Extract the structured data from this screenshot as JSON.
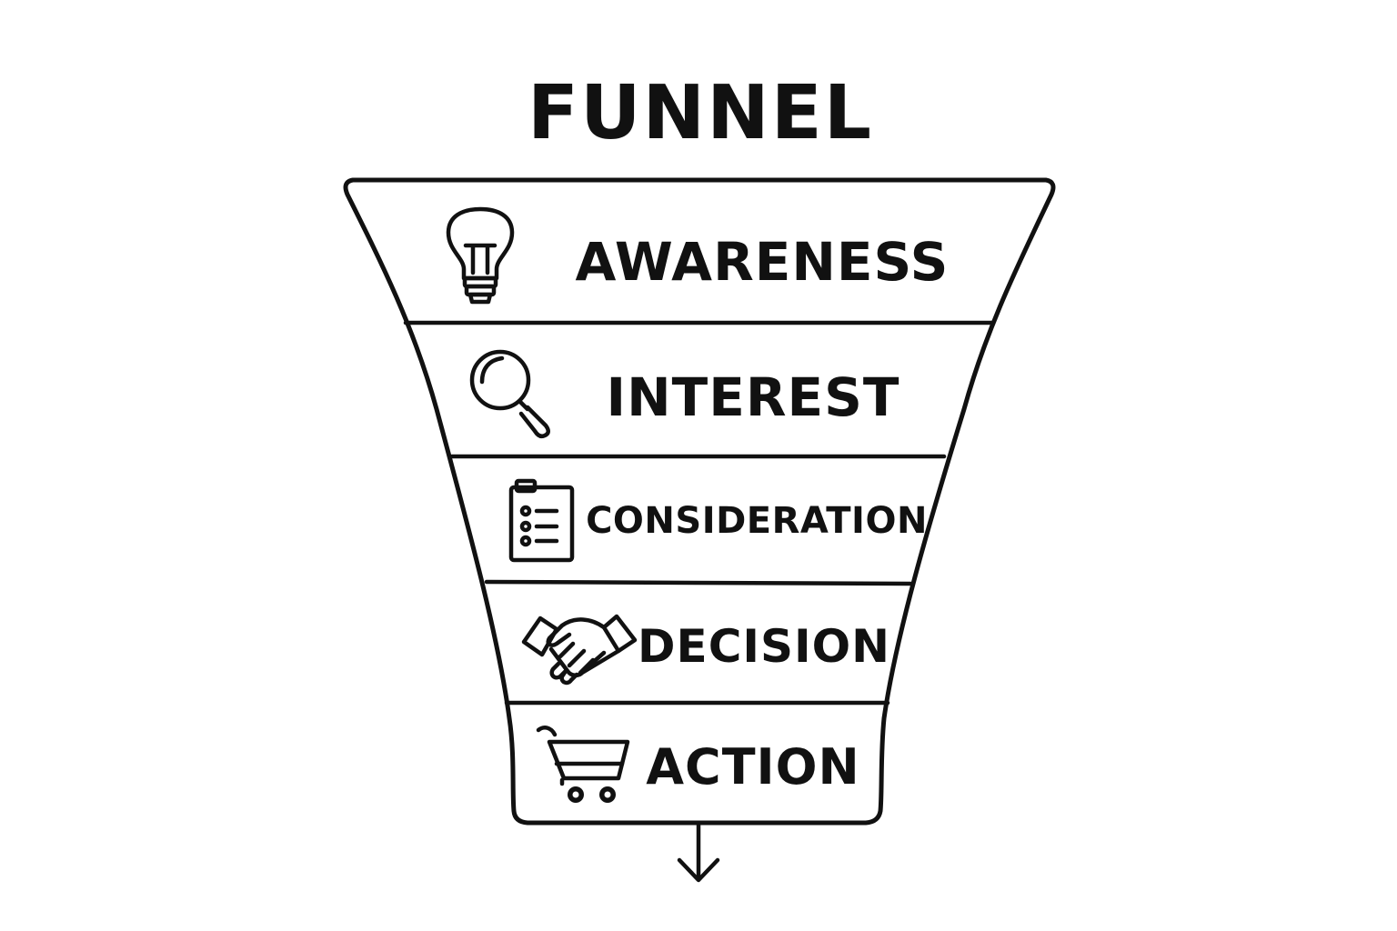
{
  "diagram": {
    "title": "FUNNEL",
    "stages": [
      {
        "label": "AWARENESS",
        "icon": "lightbulb-icon"
      },
      {
        "label": "INTEREST",
        "icon": "magnifying-glass-icon"
      },
      {
        "label": "CONSIDERATION",
        "icon": "clipboard-checklist-icon"
      },
      {
        "label": "DECISION",
        "icon": "handshake-icon"
      },
      {
        "label": "ACTION",
        "icon": "shopping-cart-icon"
      }
    ],
    "colors": {
      "stroke": "#111111",
      "background": "#ffffff"
    }
  }
}
